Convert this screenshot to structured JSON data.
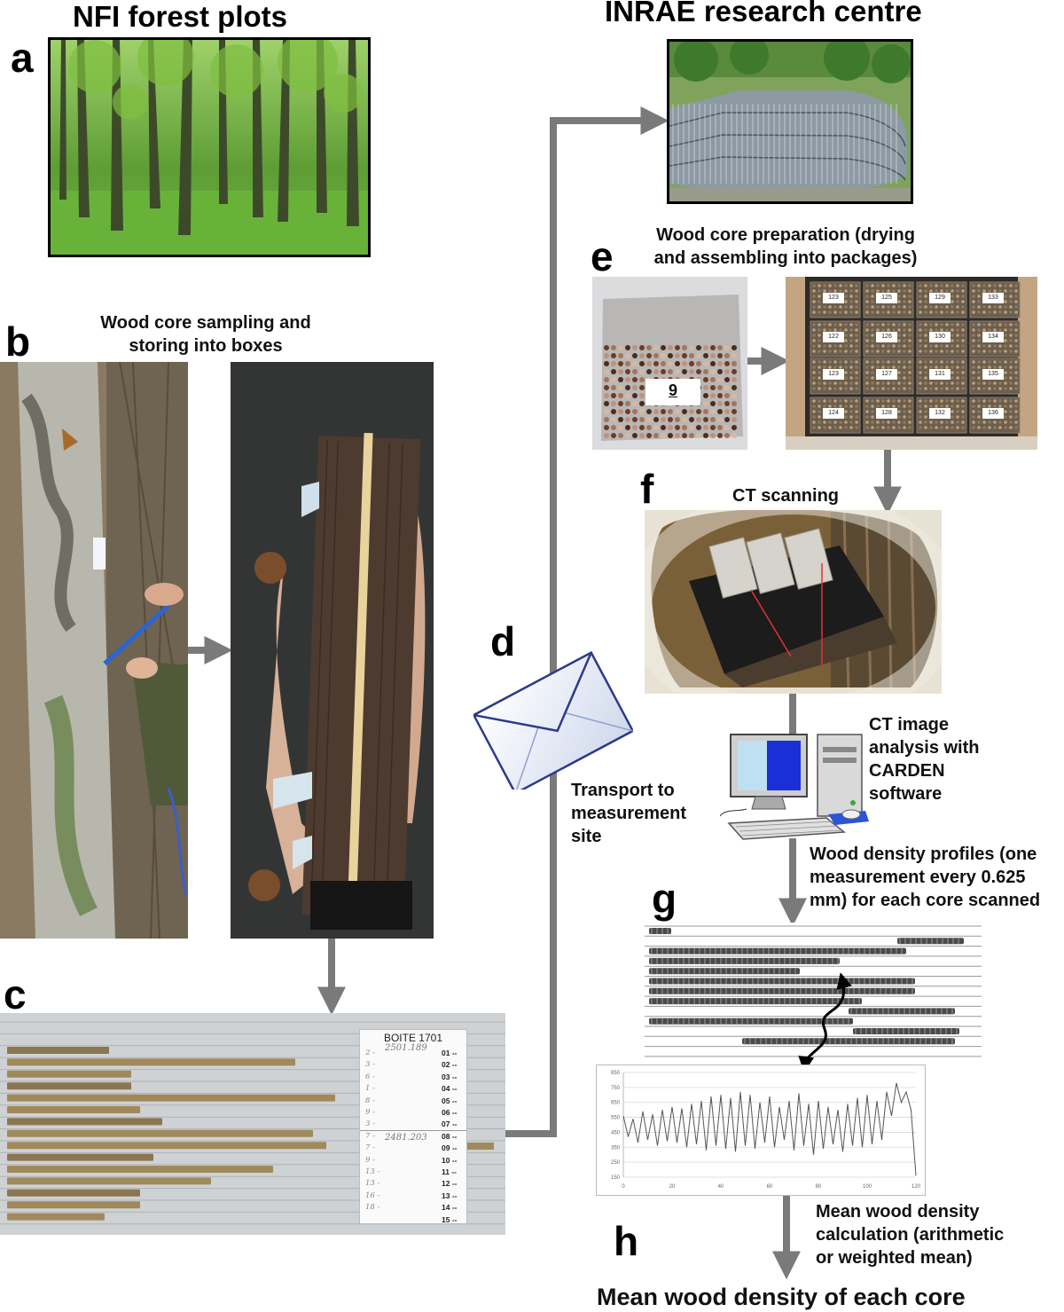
{
  "panels": {
    "a": {
      "letter": "a",
      "title": "NFI forest plots"
    },
    "b": {
      "letter": "b",
      "caption_line1": "Wood core sampling and",
      "caption_line2": "storing into boxes"
    },
    "c": {
      "letter": "c",
      "box_label": "BOITE  1701",
      "handwritten_top": "2501.189",
      "handwritten_mid": "2481.203",
      "left_col": [
        "2",
        "3",
        "6",
        "1",
        "8",
        "9",
        "3",
        "7",
        "7",
        "9",
        "13",
        "13",
        "16",
        "18"
      ],
      "right_col": [
        "01 --",
        "02 --",
        "03 --",
        "04 --",
        "05 --",
        "06 --",
        "07 --",
        "08 --",
        "09 --",
        "10 --",
        "11 --",
        "12 --",
        "13 --",
        "14 --",
        "15 --"
      ]
    },
    "d": {
      "letter": "d",
      "caption_line1": "Transport to",
      "caption_line2": "measurement",
      "caption_line3": "site"
    },
    "inrae": {
      "title": "INRAE research centre"
    },
    "e": {
      "letter": "e",
      "caption_line1": "Wood core preparation (drying",
      "caption_line2": "and assembling into packages)",
      "package_number": "9",
      "tags": [
        "123",
        "125",
        "129",
        "133",
        "122",
        "126",
        "130",
        "134",
        "123",
        "127",
        "131",
        "135",
        "124",
        "128",
        "132",
        "136"
      ]
    },
    "f": {
      "letter": "f",
      "caption": "CT scanning"
    },
    "software": {
      "caption_line1": "CT image",
      "caption_line2": "analysis with",
      "caption_line3": "CARDEN",
      "caption_line4": "software"
    },
    "g": {
      "letter": "g",
      "caption_line1": "Wood density profiles (one",
      "caption_line2": "measurement every 0.625",
      "caption_line3": "mm) for each core scanned",
      "y_ticks": [
        "850",
        "750",
        "650",
        "550",
        "450",
        "350",
        "250",
        "150"
      ],
      "x_ticks": [
        "0",
        "20",
        "40",
        "60",
        "80",
        "100",
        "120"
      ]
    },
    "h": {
      "letter": "h",
      "caption_line1": "Mean wood density",
      "caption_line2": "calculation (arithmetic",
      "caption_line3": "or weighted mean)",
      "result": "Mean wood density of each core"
    }
  },
  "colors": {
    "arrow": "#7a7a7a",
    "forest": "#4f8f2f",
    "wood": "#a88a55",
    "profile": "#555555"
  },
  "chart_data": {
    "type": "line",
    "title": "",
    "xlabel": "",
    "ylabel": "",
    "xlim": [
      0,
      120
    ],
    "ylim": [
      150,
      850
    ],
    "x_ticks": [
      0,
      20,
      40,
      60,
      80,
      100,
      120
    ],
    "y_ticks": [
      150,
      250,
      350,
      450,
      550,
      650,
      750,
      850
    ],
    "series": [
      {
        "x": [
          0,
          2,
          4,
          6,
          8,
          10,
          12,
          14,
          16,
          18,
          20,
          22,
          24,
          26,
          28,
          30,
          32,
          34,
          36,
          38,
          40,
          42,
          44,
          46,
          48,
          50,
          52,
          54,
          56,
          58,
          60,
          62,
          64,
          66,
          68,
          70,
          72,
          74,
          76,
          78,
          80,
          82,
          84,
          86,
          88,
          90,
          92,
          94,
          96,
          98,
          100,
          102,
          104,
          106,
          108,
          110,
          112,
          114,
          116,
          118,
          120
        ],
        "values": [
          560,
          420,
          540,
          380,
          590,
          400,
          570,
          360,
          600,
          390,
          620,
          380,
          610,
          350,
          640,
          370,
          660,
          330,
          690,
          360,
          700,
          340,
          680,
          320,
          720,
          360,
          700,
          340,
          650,
          380,
          690,
          350,
          620,
          400,
          660,
          330,
          710,
          360,
          640,
          300,
          660,
          340,
          620,
          370,
          600,
          320,
          640,
          360,
          680,
          350,
          700,
          370,
          660,
          400,
          720,
          560,
          780,
          650,
          720,
          600,
          160
        ]
      }
    ]
  }
}
